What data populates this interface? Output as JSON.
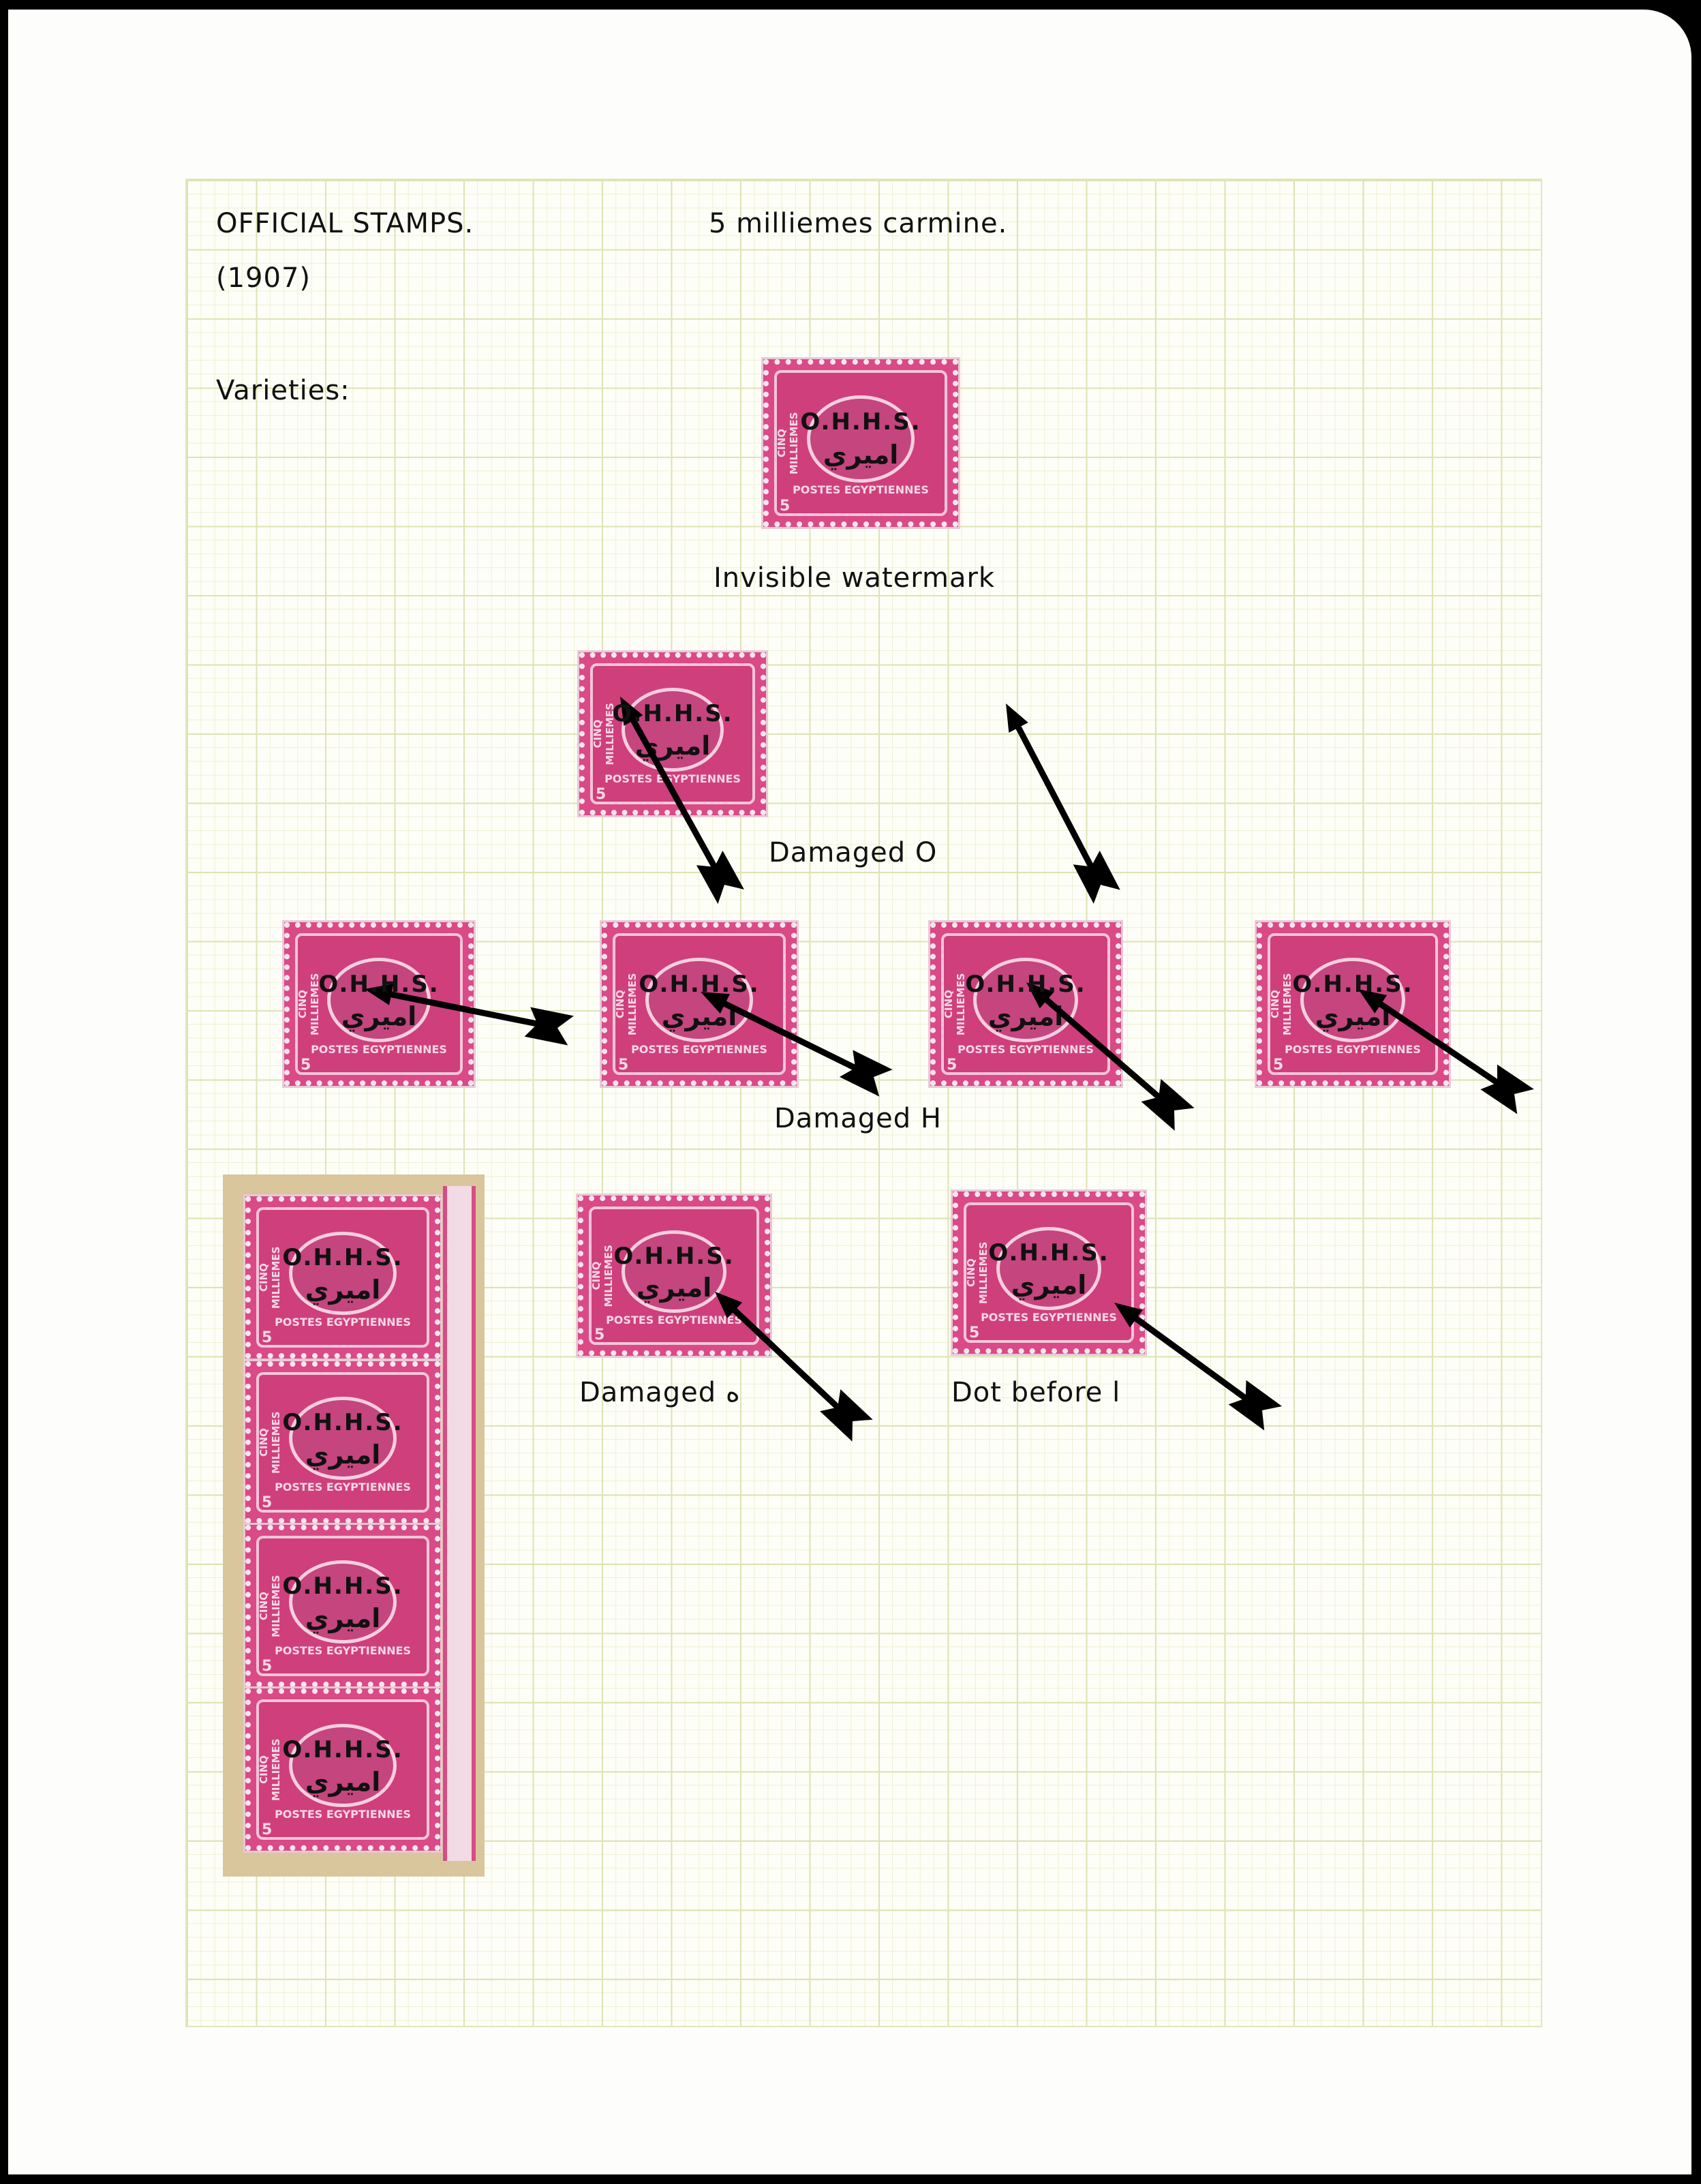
{
  "header": {
    "title": "OFFICIAL STAMPS.",
    "year": "(1907)",
    "subtitle": "5 milliemes carmine.",
    "section": "Varieties:"
  },
  "stamp": {
    "overprint": "O.H.H.S.",
    "overprint_arabic": "اميري",
    "side_text": "CINQ MILLIEMES",
    "bottom_text": "POSTES EGYPTIENNES",
    "value": "5"
  },
  "labels": {
    "invisible_watermark": "Invisible watermark",
    "damaged_o": "Damaged O",
    "damaged_h": "Damaged H",
    "damaged_ha": "Damaged ه",
    "dot_before_alif": "Dot before ا"
  },
  "colors": {
    "stamp": "#d94a86",
    "backing": "#d9c69d",
    "grid": "#dfe3b4"
  }
}
